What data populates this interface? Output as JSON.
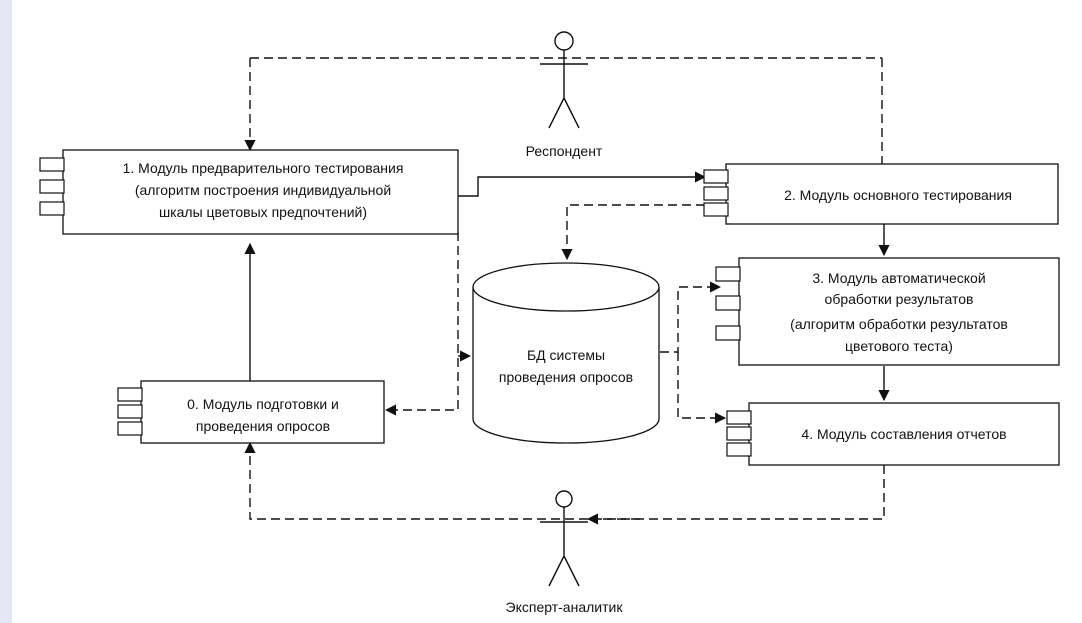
{
  "actors": {
    "respondent": "Респондент",
    "expert": "Эксперт-аналитик"
  },
  "modules": {
    "m1": {
      "line1": "1. Модуль предварительного тестирования",
      "line2": "(алгоритм построения индивидуальной",
      "line3": "шкалы цветовых предпочтений)"
    },
    "m2": {
      "line1": "2. Модуль основного тестирования"
    },
    "m3": {
      "line1": "3. Модуль автоматической",
      "line2": "обработки результатов",
      "line3": "(алгоритм обработки результатов",
      "line4": "цветового теста)"
    },
    "m4": {
      "line1": "4. Модуль составления отчетов"
    },
    "m0": {
      "line1": "0. Модуль подготовки и",
      "line2": "проведения опросов"
    }
  },
  "database": {
    "line1": "БД системы",
    "line2": "проведения опросов"
  },
  "colors": {
    "background": "#e4e6f6",
    "canvas": "#ffffff",
    "stroke": "#111111"
  }
}
